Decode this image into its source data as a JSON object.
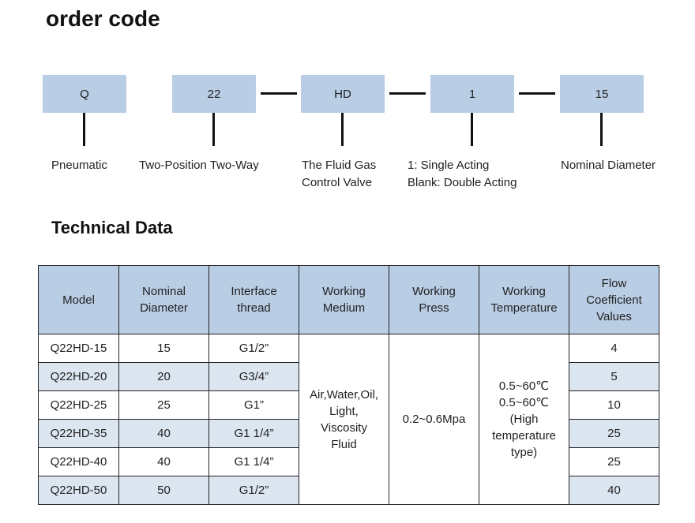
{
  "title": "order code",
  "code_boxes": [
    "Q",
    "22",
    "HD",
    "1",
    "15"
  ],
  "code_labels": [
    [
      "Pneumatic"
    ],
    [
      "Two-Position Two-Way"
    ],
    [
      "The Fluid Gas",
      "Control Valve"
    ],
    [
      "1: Single Acting",
      "Blank: Double Acting"
    ],
    [
      "Nominal Diameter"
    ]
  ],
  "section_title": "Technical Data",
  "table": {
    "headers": [
      [
        "Model"
      ],
      [
        "Nominal",
        "Diameter"
      ],
      [
        "Interface",
        "thread"
      ],
      [
        "Working",
        "Medium"
      ],
      [
        "Working",
        "Press"
      ],
      [
        "Working",
        "Temperature"
      ],
      [
        "Flow",
        "Coefficient",
        "Values"
      ]
    ],
    "rows": [
      {
        "model": "Q22HD-15",
        "diameter": "15",
        "thread": "G1/2”",
        "flow": "4"
      },
      {
        "model": "Q22HD-20",
        "diameter": "20",
        "thread": "G3/4”",
        "flow": "5"
      },
      {
        "model": "Q22HD-25",
        "diameter": "25",
        "thread": "G1”",
        "flow": "10"
      },
      {
        "model": "Q22HD-35",
        "diameter": "40",
        "thread": "G1 1/4”",
        "flow": "25"
      },
      {
        "model": "Q22HD-40",
        "diameter": "40",
        "thread": "G1 1/4”",
        "flow": "25"
      },
      {
        "model": "Q22HD-50",
        "diameter": "50",
        "thread": "G1/2”",
        "flow": "40"
      }
    ],
    "medium": [
      "Air,Water,Oil,",
      "Light,",
      "Viscosity",
      "Fluid"
    ],
    "press": "0.2~0.6Mpa",
    "temperature": [
      "0.5~60℃",
      "0.5~60℃",
      "(High",
      "temperature",
      "type)"
    ]
  }
}
